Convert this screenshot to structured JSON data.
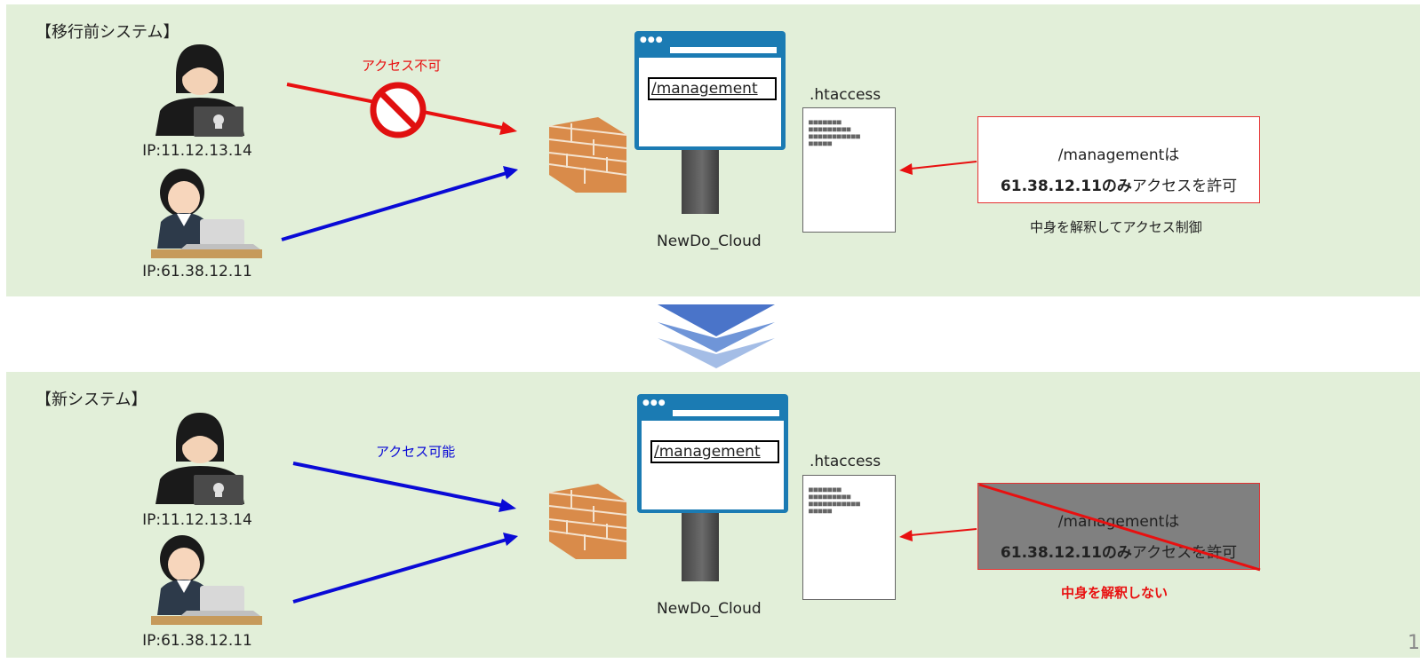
{
  "top": {
    "title": "【移行前システム】",
    "ip_hacker": "IP:11.12.13.14",
    "ip_user": "IP:61.38.12.11",
    "access_label": "アクセス不可",
    "url": "/management",
    "htaccess": ".htaccess",
    "server_name": "NewDo_Cloud",
    "note_line1": "/managementは",
    "note_bold": "61.38.12.11のみ",
    "note_rest": "アクセスを許可",
    "caption": "中身を解釈してアクセス制御"
  },
  "bottom": {
    "title": "【新システム】",
    "ip_hacker": "IP:11.12.13.14",
    "ip_user": "IP:61.38.12.11",
    "access_label": "アクセス可能",
    "url": "/management",
    "htaccess": ".htaccess",
    "server_name": "NewDo_Cloud",
    "note_line1": "/managementは",
    "note_bold": "61.38.12.11のみ",
    "note_rest": "アクセスを許可",
    "caption": "中身を解釈しない"
  },
  "doc_lines": [
    "■■■■■■■",
    "■■■■■■■■■",
    "■■■■■■■■■■■",
    "■■■■■"
  ],
  "page_number": "1",
  "colors": {
    "panel": "#e2efd9",
    "red": "#e81010",
    "blue": "#0a0ad6",
    "browser": "#1b7bb3",
    "note_gray": "#808080"
  },
  "icons": {
    "hacker": "hooded-hacker-laptop-icon",
    "user": "office-worker-laptop-icon",
    "firewall": "brick-wall-icon",
    "prohibited": "prohibited-icon",
    "flow": "chevron-down-icon"
  }
}
